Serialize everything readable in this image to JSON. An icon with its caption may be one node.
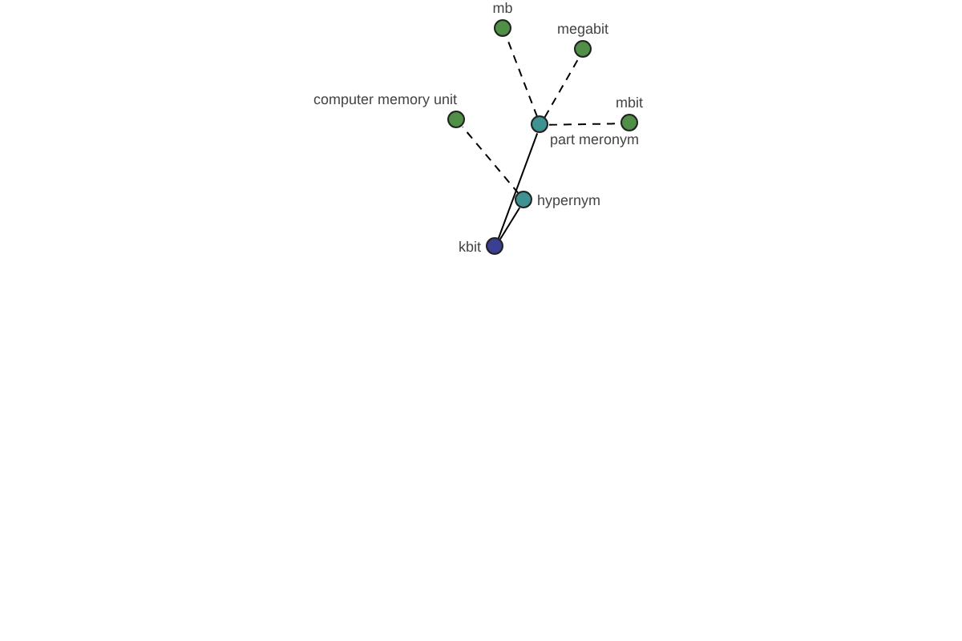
{
  "diagram": {
    "nodes": [
      {
        "text": [
          "mb"
        ]
      },
      {
        "text": [
          "megabit"
        ]
      },
      {
        "text": [
          "computer memory unit"
        ]
      },
      {
        "text": [
          "part meronym"
        ]
      },
      {
        "text": [
          "mbit"
        ]
      },
      {
        "text": [
          "hypernym"
        ]
      },
      {
        "text": [
          "kbit"
        ]
      }
    ],
    "edges": [
      {
        "from": 6,
        "to": 3,
        "arrow": "none"
      },
      {
        "from": 6,
        "to": 5,
        "arrow": "none"
      },
      {
        "from": 3,
        "to": 0,
        "arrow": "none",
        "style": "dashed"
      },
      {
        "from": 3,
        "to": 1,
        "arrow": "none",
        "style": "dashed"
      },
      {
        "from": 3,
        "to": 4,
        "arrow": "none",
        "style": "dashed"
      },
      {
        "from": 5,
        "to": 2,
        "arrow": "none",
        "style": "dashed"
      }
    ]
  }
}
